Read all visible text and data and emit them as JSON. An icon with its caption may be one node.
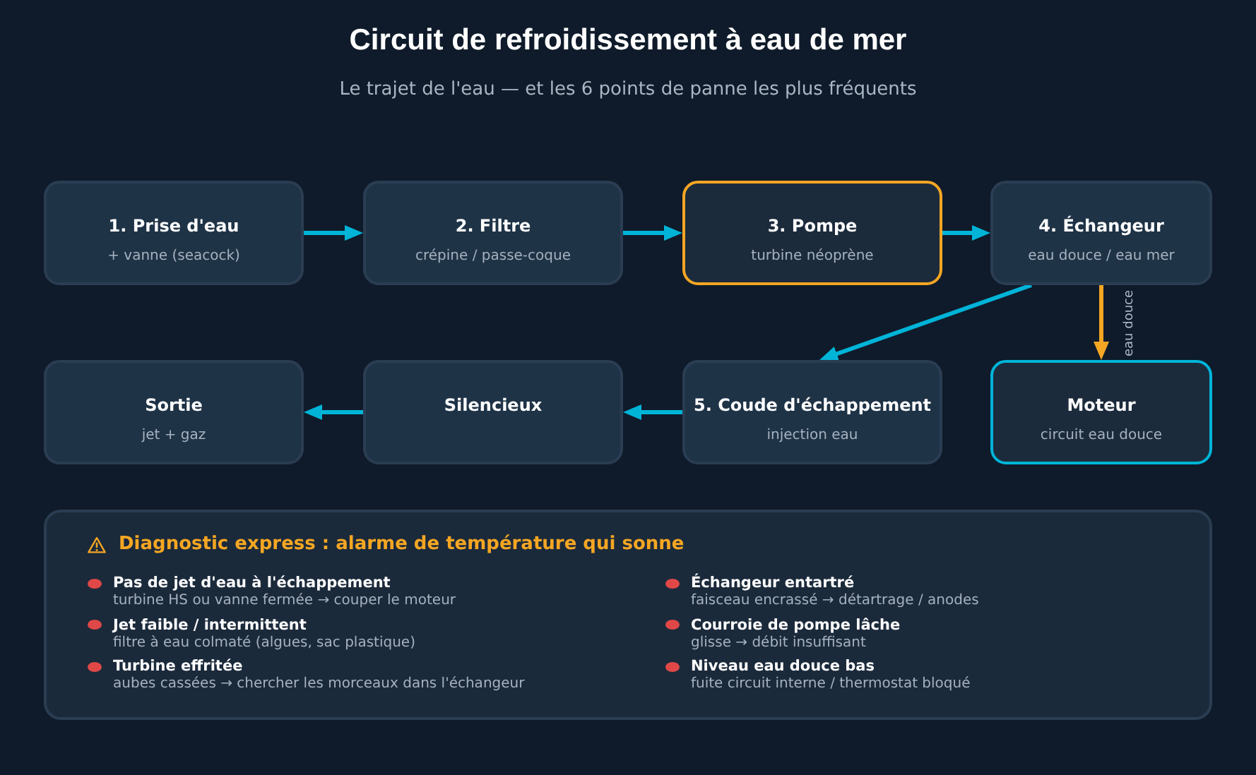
{
  "diagram": {
    "title": "Circuit de refroidissement à eau de mer",
    "nodes": [
      {
        "text": [
          "1. Prise d'eau",
          "+ vanne (seacock)"
        ]
      },
      {
        "text": [
          "2. Filtre",
          "crépine / passe-coque"
        ]
      },
      {
        "text": [
          "3. Pompe",
          "turbine néoprène"
        ]
      },
      {
        "text": [
          "4. Échangeur",
          "eau douce / eau mer"
        ]
      },
      {
        "text": [
          "Sortie",
          "jet + gaz"
        ]
      },
      {
        "text": [
          "Silencieux"
        ]
      },
      {
        "text": [
          "5. Coude d'échappement",
          "injection eau"
        ]
      },
      {
        "text": [
          "Moteur",
          "circuit eau douce"
        ]
      },
      {
        "text": [
          "Diagnostic express : alarme de température qui sonne",
          "Pas de jet d'eau à l'échappement",
          "turbine HS ou vanne fermée → couper le moteur",
          "Jet faible / intermittent",
          "filtre à eau colmaté (algues, sac plastique)",
          "Turbine effritée",
          "aubes cassées → chercher les morceaux dans l'échangeur",
          "Échangeur entartré",
          "faisceau encrassé → détartrage / anodes",
          "Courroie de pompe lâche",
          "glisse → débit insuffisant",
          "Niveau eau douce bas",
          "fuite circuit interne / thermostat bloqué"
        ]
      }
    ],
    "edges": [
      {
        "from": 0,
        "to": 1,
        "arrow": "to"
      },
      {
        "from": 1,
        "to": 2,
        "arrow": "to"
      },
      {
        "from": 2,
        "to": 3,
        "arrow": "to"
      },
      {
        "from": 3,
        "to": 6,
        "arrow": "to"
      },
      {
        "from": 3,
        "to": 7,
        "arrow": "to",
        "label": "eau douce",
        "color": "#f5a623"
      },
      {
        "from": 6,
        "to": 5,
        "arrow": "to"
      },
      {
        "from": 5,
        "to": 4,
        "arrow": "to"
      }
    ],
    "labels": [
      "Le trajet de l'eau — et les 6 points de panne les plus fréquents"
    ]
  }
}
